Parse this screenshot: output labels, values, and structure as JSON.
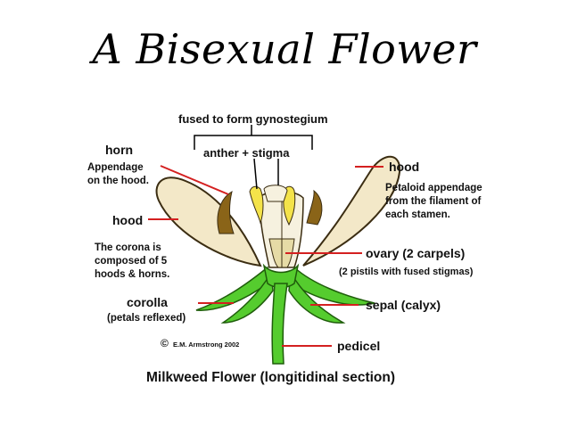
{
  "title": "A Bisexual Flower",
  "diagram": {
    "labels": {
      "fused": "fused to form gynostegium",
      "anther_stigma": "anther + stigma",
      "horn": "horn",
      "appendage_line1": "Appendage",
      "appendage_line2": "on the hood.",
      "hood_left": "hood",
      "corona_line1": "The corona is",
      "corona_line2": "composed of 5",
      "corona_line3": "hoods & horns.",
      "corolla": "corolla",
      "corolla_note": "(petals reflexed)",
      "credit": "E.M. Armstrong 2002",
      "copyright_symbol": "©",
      "hood_right": "hood",
      "petaloid_line1": "Petaloid appendage",
      "petaloid_line2": "from the filament of",
      "petaloid_line3": "each stamen.",
      "ovary": "ovary (2 carpels)",
      "ovary_note": "(2 pistils with fused stigmas)",
      "sepal": "sepal (calyx)",
      "pedicel": "pedicel",
      "caption": "Milkweed Flower (longitidinal section)"
    },
    "colors": {
      "hood_fill": "#f3e8c8",
      "hood_stroke": "#3b2d12",
      "horn_fill": "#8a6418",
      "anther_fill": "#f4e34a",
      "column_fill": "#f6f1df",
      "green_fill": "#55cc2e",
      "green_stroke": "#1f5d0b",
      "leader_red": "#d42020"
    }
  }
}
